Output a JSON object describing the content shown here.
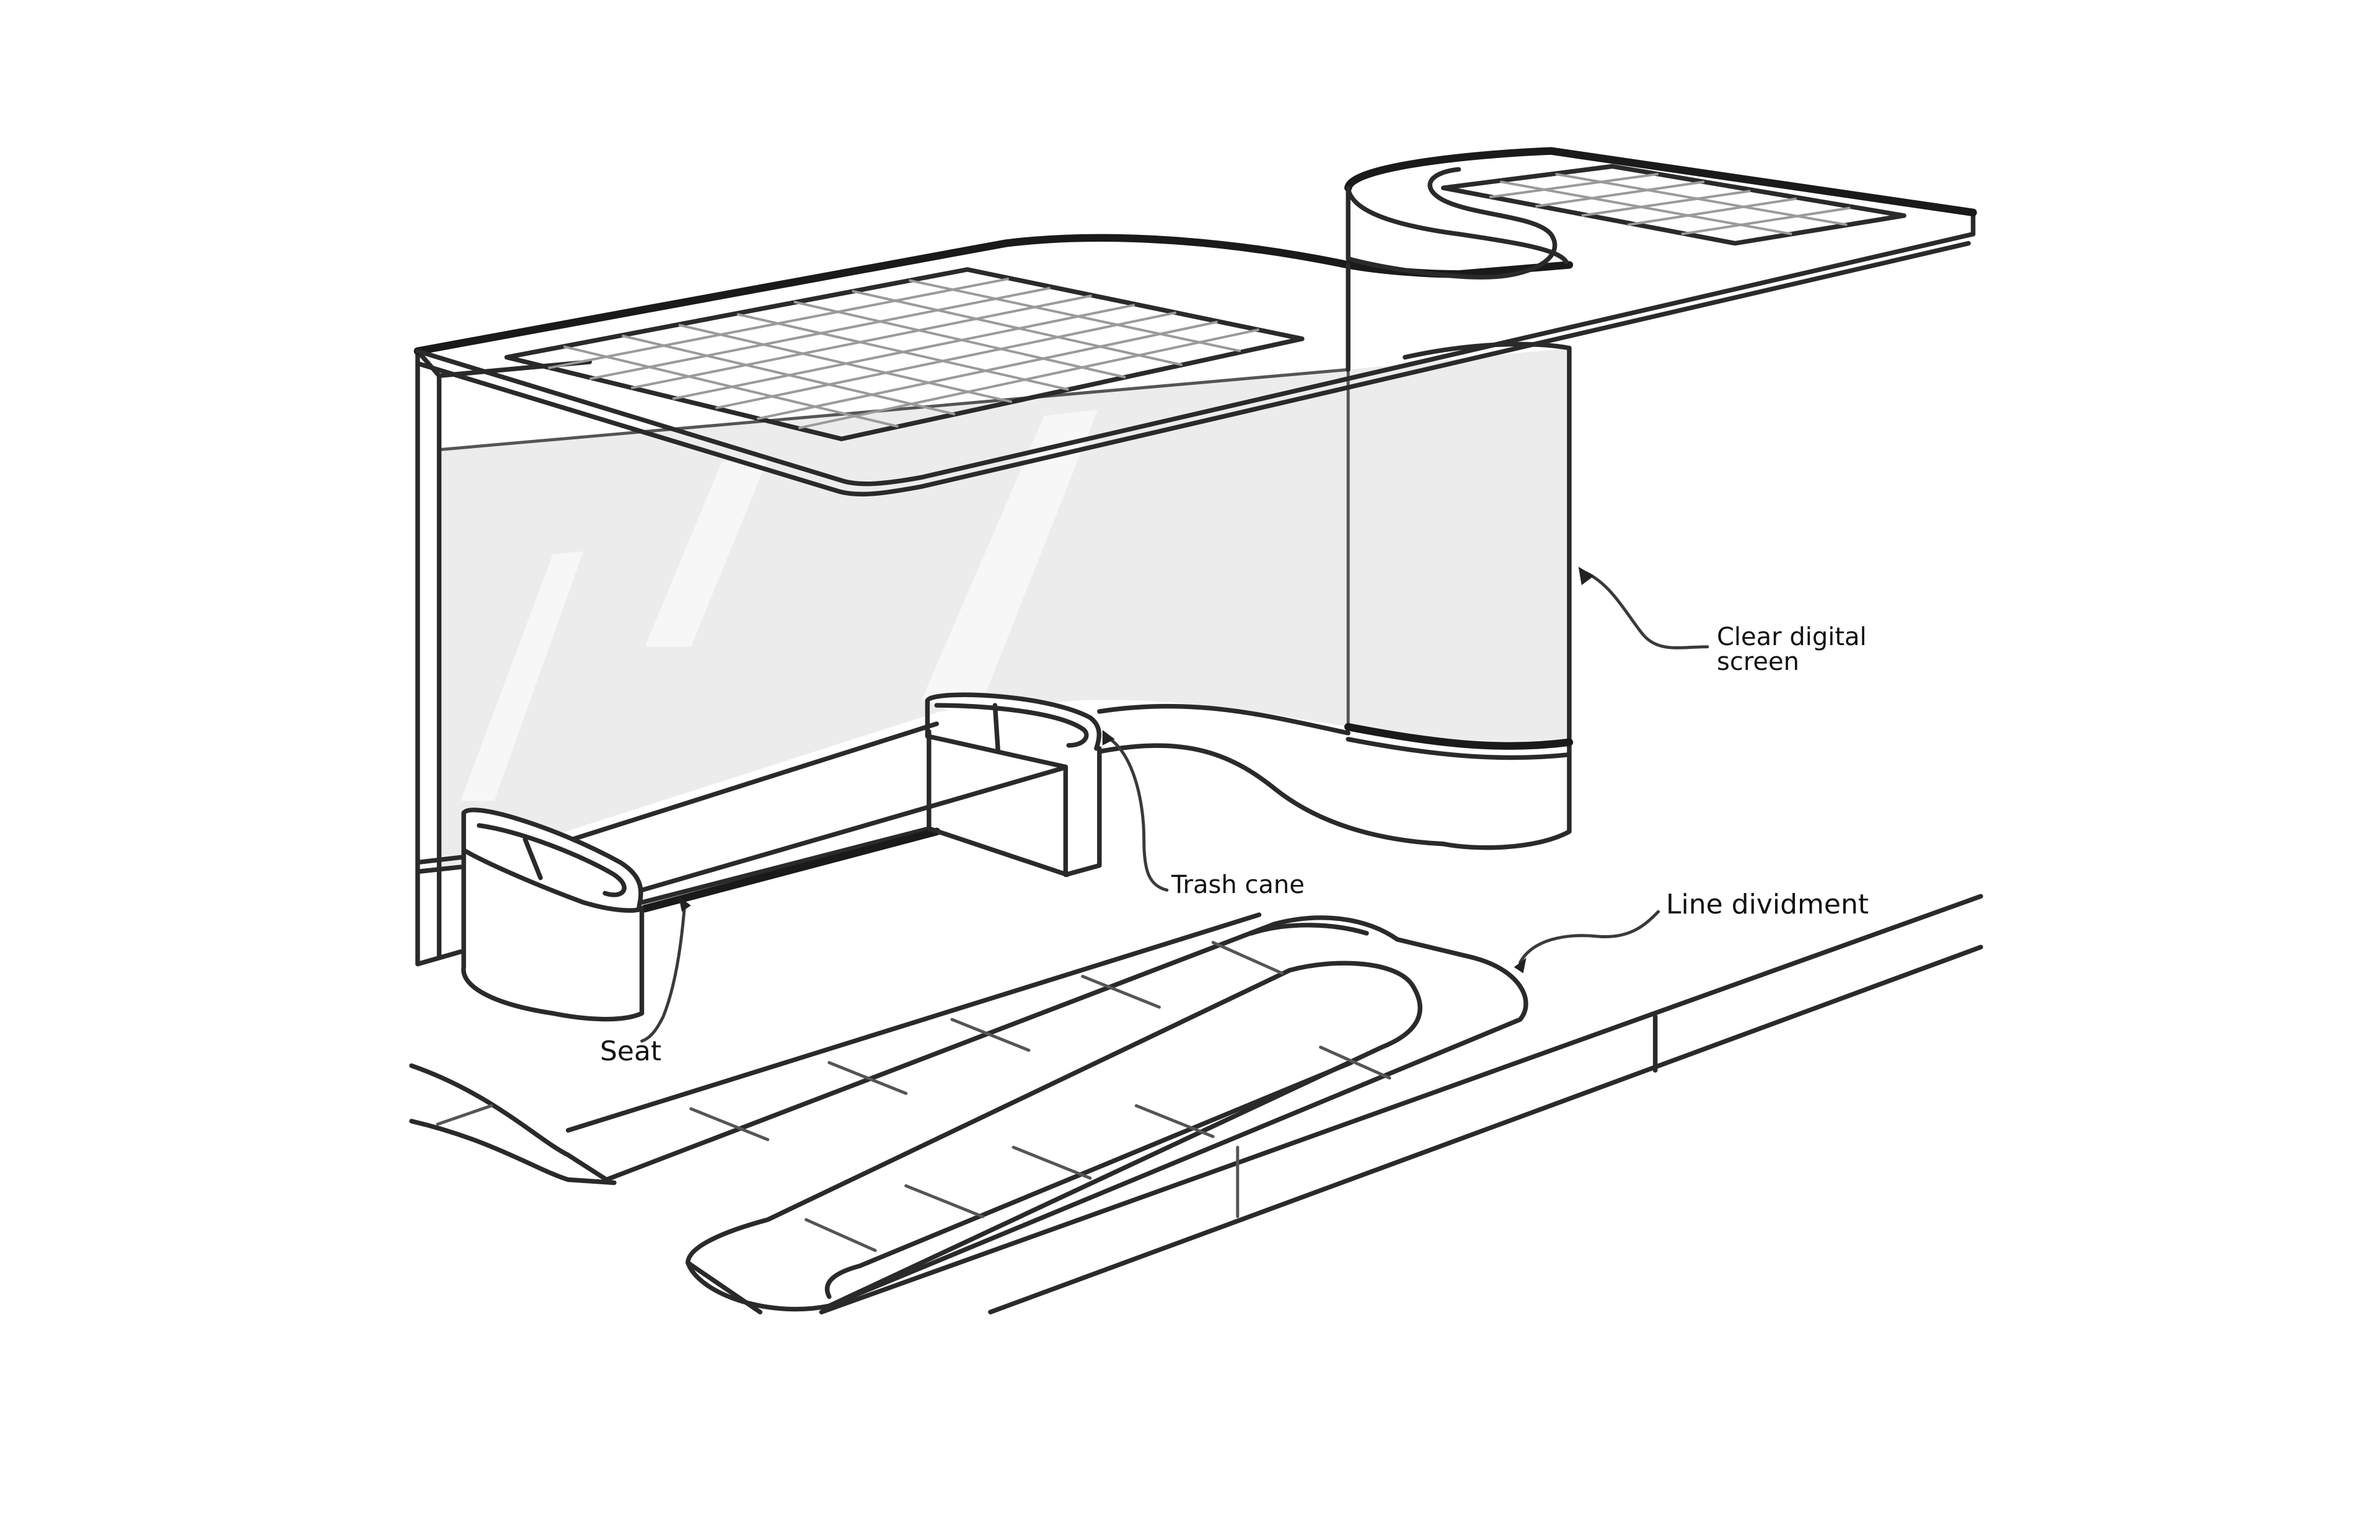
{
  "annotations": {
    "screen": "Clear digital screen",
    "trash": "Trash cane",
    "line": "Line dividment",
    "seat": "Seat"
  },
  "colors": {
    "line": "#2a2a2a",
    "glass": "#ececec",
    "background": "#ffffff"
  }
}
